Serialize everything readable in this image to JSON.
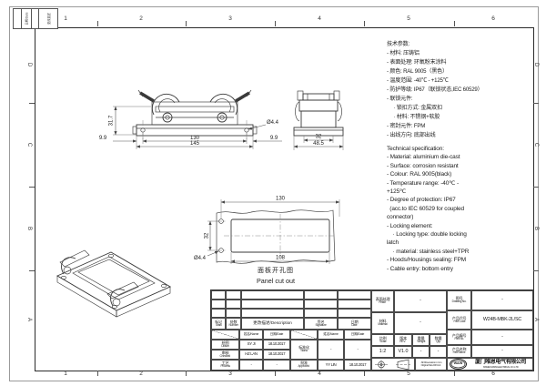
{
  "frame": {
    "columns": [
      "1",
      "2",
      "3",
      "4",
      "5",
      "6"
    ],
    "rows": [
      "D",
      "C",
      "B",
      "A"
    ],
    "corner_strip": {
      "cell1": "日期/Date",
      "cell2": "更改描述"
    }
  },
  "specs_cn": {
    "title": "技术参数:",
    "lines": [
      "- 材料: 压铸铝",
      "- 表面处理: 环氧粉末涂料",
      "- 颜色: RAL 9005（黑色）",
      "- 温度范围: -40℃ - +125℃",
      "- 防护等级: IP67（联锁状态,IEC 60529）",
      "- 联锁元件:",
      "　 · 锁扣方式: 金属双扣",
      "　 · 材料: 不锈钢+软胶",
      "- 密封元件: FPM",
      "- 出线方向: 底部出线"
    ]
  },
  "specs_en": {
    "title": "Technical specification:",
    "lines": [
      "- Material: aluminium die-cast",
      "- Surface: corrosion resistant",
      "- Colour: RAL 9005(black)",
      "- Temperature range: -40℃ -",
      "+125℃",
      "- Degree of protection: IP67",
      "  (acc.to IEC 60529 for coupled",
      "connector)",
      "- Locking element:",
      "    · Locking type: double locking",
      "latch",
      "    · material: stainless steel+TPR",
      "- Hoods/Housings sealing: FPM",
      "- Cable entry: bottom entry"
    ]
  },
  "front_view": {
    "dim_height": "31.7",
    "dim_edge_left": "9.9",
    "dim_edge_right": "9.9",
    "dim_hole_pitch": "130",
    "dim_overall": "145",
    "dim_hole": "Ø4.4"
  },
  "side_view": {
    "dim_inner": "32",
    "dim_overall": "48.5"
  },
  "panel_cutout": {
    "dim_hole_pitch": "130",
    "dim_cutout_width": "108",
    "dim_hole_pitch_v": "32",
    "dim_hole": "Ø4.4",
    "caption_cn": "面板开孔图",
    "caption_en": "Panel cut out"
  },
  "title_block": {
    "mark": {
      "cn": "标记",
      "en": "Mark"
    },
    "number": {
      "cn": "处数",
      "en": "Number"
    },
    "description": "更改描述/Description",
    "signature": {
      "cn": "签名",
      "en": "Signature"
    },
    "date": {
      "cn": "日期",
      "en": "Date"
    },
    "name_hdr": "姓名/Name",
    "date_hdr": "日期/Date",
    "drawn": {
      "cn": "绘图",
      "en": "Drawn",
      "name": "SY JI",
      "date": "18.10.2017"
    },
    "checked": {
      "cn": "审核",
      "en": "Checked",
      "name": "HZ LAN",
      "date": "18.10.2017"
    },
    "process": {
      "cn": "工艺",
      "en": "Process",
      "name": "-",
      "date": "-"
    },
    "stand": {
      "cn": "标准化",
      "en": "Stand",
      "name": "-",
      "date": "-"
    },
    "approved": {
      "cn": "批准",
      "en": "Approved",
      "name": "YY LIN",
      "date": "18.10.2017"
    },
    "finish": {
      "cn": "表面处理",
      "en": "Finish",
      "value": "-"
    },
    "material": {
      "cn": "材料",
      "en": "Material",
      "value": "-"
    },
    "scale": {
      "cn": "比例",
      "en": "Scale",
      "value": "1:2"
    },
    "rev": {
      "cn": "版本",
      "en": "REV.",
      "value": "V1.0"
    },
    "weight": {
      "cn": "重量",
      "en": "Weight",
      "value": "-"
    },
    "qty": {
      "cn": "数量",
      "en": "Qty.",
      "value": "-"
    },
    "drawing_no": {
      "cn": "图号",
      "en": "Drawing No.",
      "value": "-"
    },
    "part_code": {
      "cn": "产品代号",
      "en": "Part Code",
      "value": "W24B-MBK-2L/SC"
    },
    "part_no": {
      "cn": "产品编号",
      "en": "Part No.",
      "value": "-"
    },
    "part_name": {
      "cn": "产品名称",
      "en": "Part Name",
      "value": "-"
    },
    "note_line1": "All Dimensions in mm",
    "note_line2": "Original Size DIN A 4",
    "logo": "WAIN",
    "company_cn": "厦门唯恩电气有限公司",
    "company_en": "XIAMEN WAIN ELECTRICAL CO.,LTD"
  },
  "colors": {
    "line": "#3a3a3a",
    "dim": "#555555",
    "paper": "#ffffff"
  }
}
